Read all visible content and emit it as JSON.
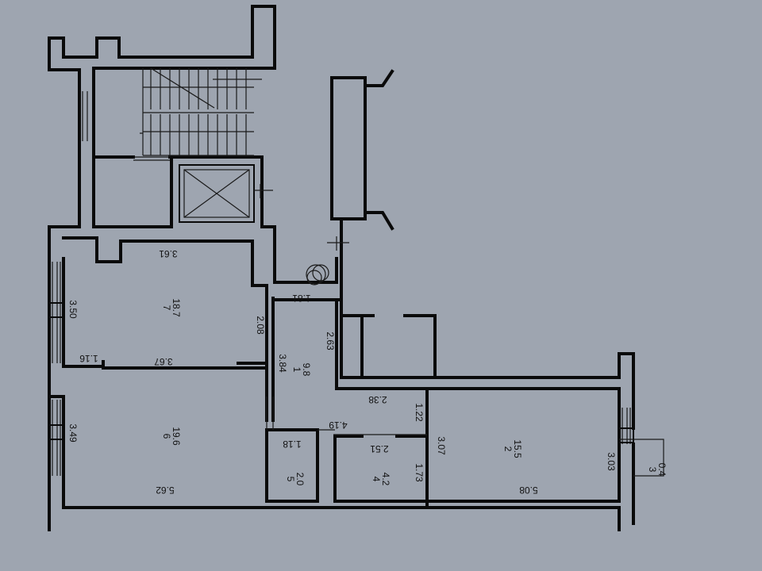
{
  "rooms": [
    {
      "number": "1",
      "area": "9.8"
    },
    {
      "number": "2",
      "area": "15.5"
    },
    {
      "number": "3",
      "area": "0.4"
    },
    {
      "number": "4",
      "area": "4.2"
    },
    {
      "number": "5",
      "area": "2.0"
    },
    {
      "number": "6",
      "area": "19.6"
    },
    {
      "number": "7",
      "area": "18.7"
    }
  ],
  "dimensions": [
    "3.61",
    "3.50",
    "1.16",
    "3.67",
    "2.08",
    "1.81",
    "3.84",
    "2.63",
    "2.38",
    "1.22",
    "4.19",
    "3.49",
    "1.18",
    "2.51",
    "1.73",
    "3.07",
    "3.03",
    "5.62",
    "5.08"
  ],
  "colors": {
    "paper": "#9ea5b0",
    "ink": "#0a0a0a"
  }
}
